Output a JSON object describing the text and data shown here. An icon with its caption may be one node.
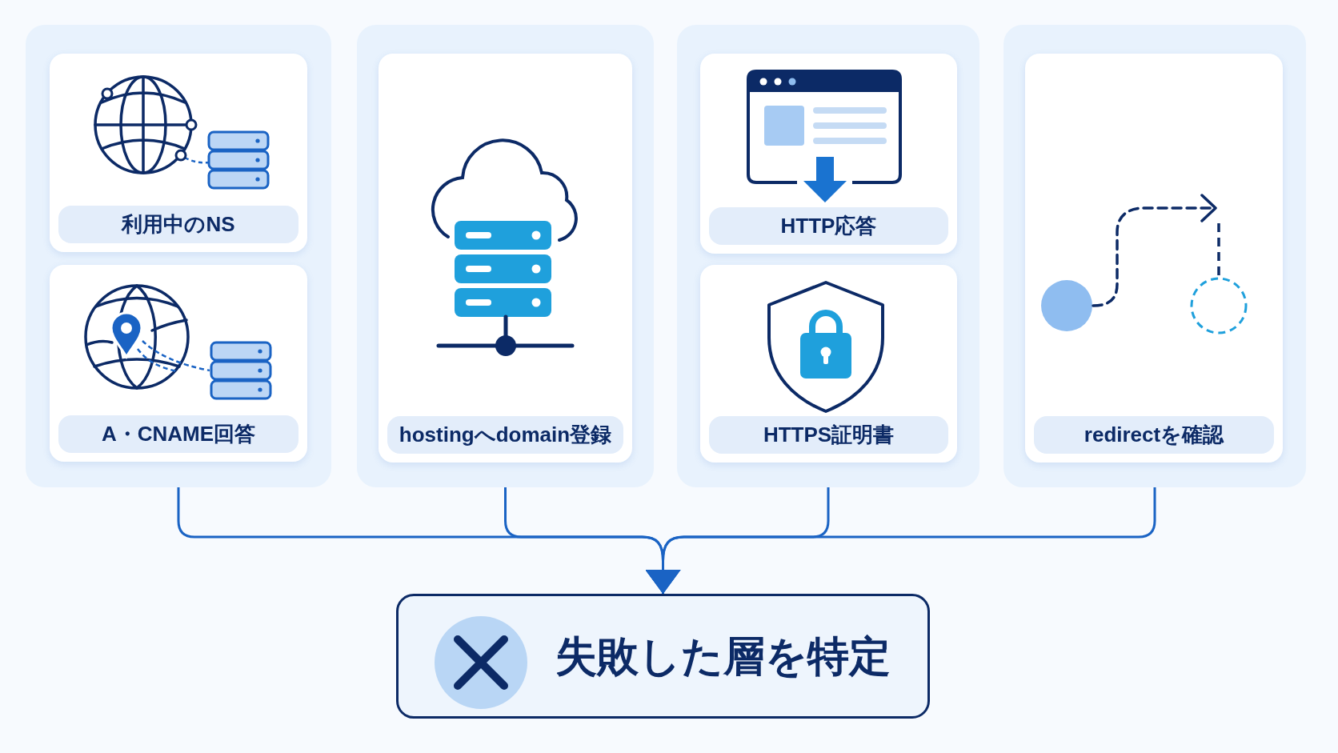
{
  "diagram": {
    "nodes": [
      {
        "text": [],
        "shape": "box"
      },
      {
        "text": [
          "利用中のNS"
        ],
        "in": 0
      },
      {
        "text": [
          "A・CNAME回答"
        ],
        "in": 0
      },
      {
        "text": [],
        "shape": "box"
      },
      {
        "text": [
          "hostingへdomain登録"
        ],
        "in": 3
      },
      {
        "text": [],
        "shape": "box"
      },
      {
        "text": [
          "HTTP応答"
        ],
        "in": 5
      },
      {
        "text": [
          "HTTPS証明書"
        ],
        "in": 5
      },
      {
        "text": [],
        "shape": "box"
      },
      {
        "text": [
          "redirectを確認"
        ],
        "in": 8
      },
      {
        "text": [
          "失敗した層を特定"
        ]
      }
    ],
    "edges": [
      {
        "from": 0,
        "to": 10,
        "arrow": "to"
      },
      {
        "from": 3,
        "to": 10,
        "arrow": "to"
      },
      {
        "from": 5,
        "to": 10,
        "arrow": "to"
      },
      {
        "from": 8,
        "to": 10,
        "arrow": "to"
      }
    ]
  }
}
